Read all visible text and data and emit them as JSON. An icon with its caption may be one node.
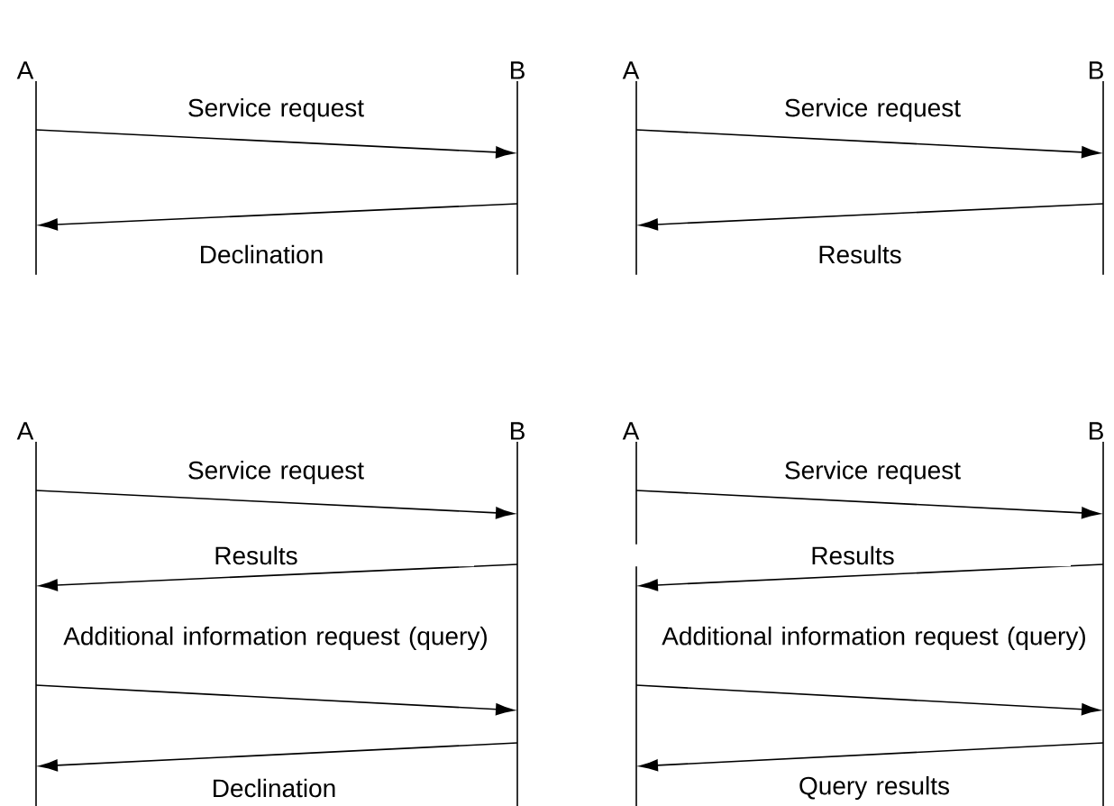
{
  "diagram": {
    "nodes": [
      {
        "text": [
          "A"
        ]
      },
      {
        "text": [
          "B"
        ]
      },
      {
        "text": [
          "A"
        ]
      },
      {
        "text": [
          "B"
        ]
      },
      {
        "text": [
          "A"
        ]
      },
      {
        "text": [
          "B"
        ]
      },
      {
        "text": [
          "A"
        ]
      },
      {
        "text": [
          "B"
        ]
      }
    ],
    "edges": [
      {
        "from": 0,
        "to": 1,
        "arrow": "to",
        "label": "Service request"
      },
      {
        "from": 1,
        "to": 0,
        "arrow": "to",
        "label": "Declination"
      },
      {
        "from": 2,
        "to": 3,
        "arrow": "to",
        "label": "Service request"
      },
      {
        "from": 3,
        "to": 2,
        "arrow": "to",
        "label": "Results"
      },
      {
        "from": 4,
        "to": 5,
        "arrow": "to",
        "label": "Service request"
      },
      {
        "from": 5,
        "to": 4,
        "arrow": "to",
        "label": "Results"
      },
      {
        "from": 4,
        "to": 5,
        "arrow": "to",
        "label": "Additional information request (query)"
      },
      {
        "from": 5,
        "to": 4,
        "arrow": "to",
        "label": "Declination"
      },
      {
        "from": 6,
        "to": 7,
        "arrow": "to",
        "label": "Service request"
      },
      {
        "from": 7,
        "to": 6,
        "arrow": "to",
        "label": "Results"
      },
      {
        "from": 6,
        "to": 7,
        "arrow": "to",
        "label": "Additional information request (query)"
      },
      {
        "from": 7,
        "to": 6,
        "arrow": "to",
        "label": "Query results"
      }
    ]
  }
}
